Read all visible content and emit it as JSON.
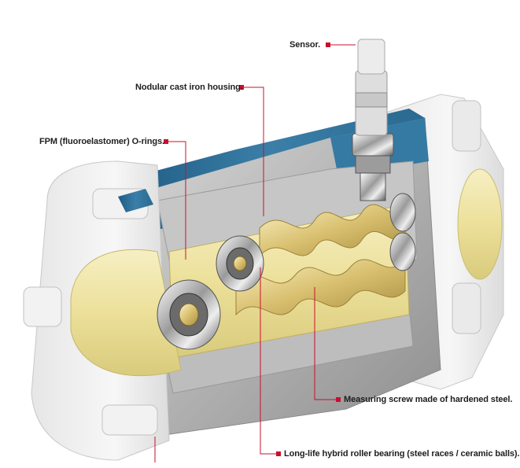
{
  "labels": {
    "sensor": "Sensor.",
    "housing": "Nodular cast iron housing.",
    "orings": "FPM (fluoroelastomer) O-rings.",
    "screw": "Measuring screw made of hardened steel.",
    "bearing": "Long-life hybrid roller bearing (steel races / ceramic balls)."
  },
  "colors": {
    "leader": "#c8102e",
    "housing_light": "#d4d4d4",
    "housing_dark": "#a9a9a9",
    "cutaway_steel": "#b9b9b9",
    "coating_blue": "#2f6f96",
    "bore_yellow": "#efe6a6",
    "screw_gold": "#d9c070",
    "flange_white": "#efefef"
  }
}
